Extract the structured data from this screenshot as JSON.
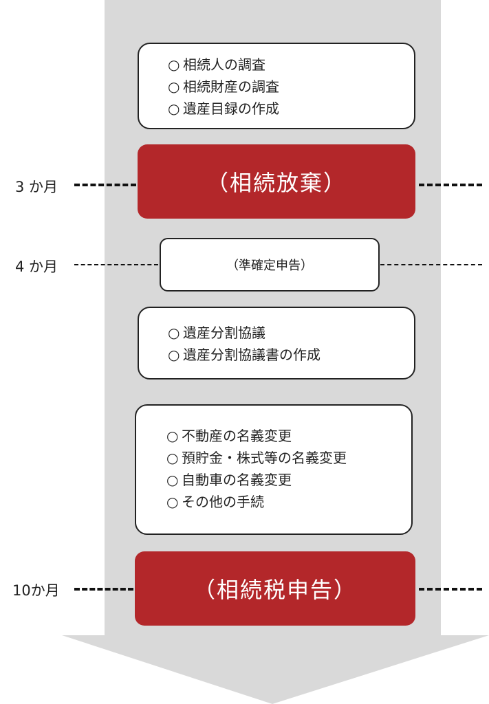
{
  "colors": {
    "arrow_fill": "#d9d9d9",
    "accent_red": "#b3272a",
    "box_border": "#222222"
  },
  "milestones": {
    "m3": "3 か月",
    "m4": "4 か月",
    "m10": "10か月"
  },
  "steps": {
    "box1": [
      "相続人の調査",
      "相続財産の調査",
      "遺産目録の作成"
    ],
    "renunciation": "（相続放棄）",
    "final_return": "（準確定申告）",
    "box2": [
      "遺産分割協議",
      "遺産分割協議書の作成"
    ],
    "box3": [
      "不動産の名義変更",
      "預貯金・株式等の名義変更",
      "自動車の名義変更",
      "その他の手続"
    ],
    "tax_return": "（相続税申告）"
  },
  "bullet": "○"
}
